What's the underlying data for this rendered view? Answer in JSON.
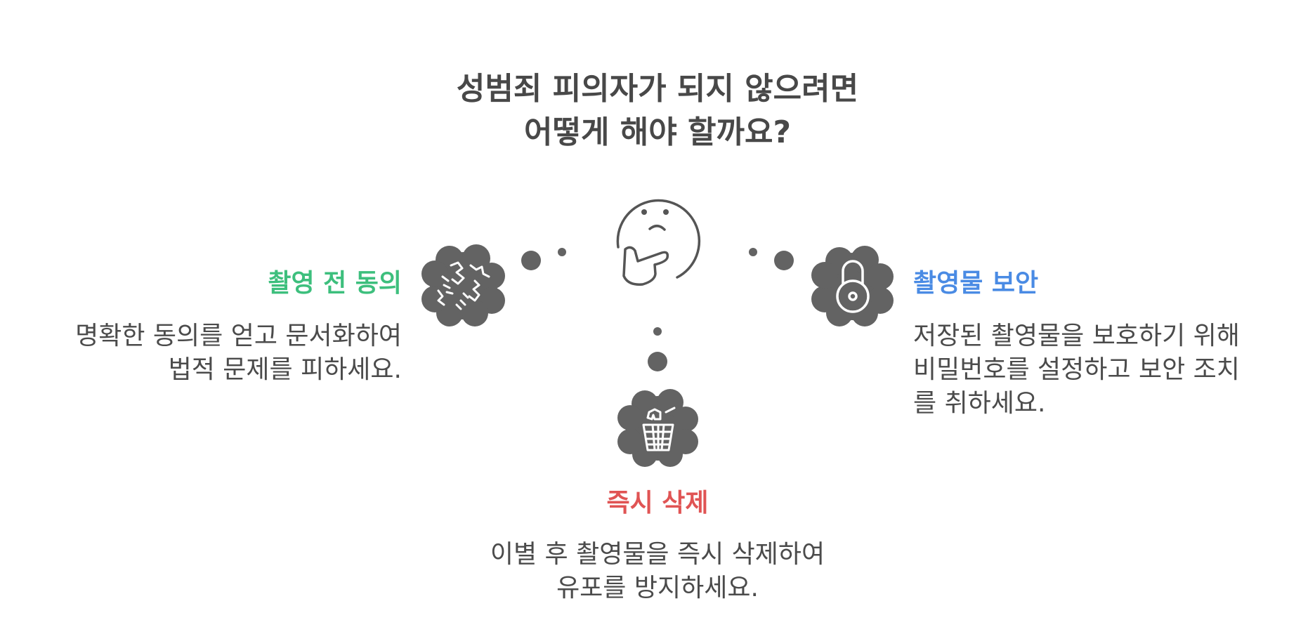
{
  "title": {
    "lines": [
      "성범죄 피의자가 되지 않으려면",
      "어떻게 해야 할까요?"
    ]
  },
  "center_icon": "thinking-face-icon",
  "items": [
    {
      "id": "consent",
      "heading": "촬영 전 동의",
      "color": "#3dbf7d",
      "icon": "handshake-icon",
      "description_lines": [
        "명확한 동의를 얻고 문서화하여",
        "법적 문제를 피하세요."
      ]
    },
    {
      "id": "security",
      "heading": "촬영물 보안",
      "color": "#4a8be4",
      "icon": "padlock-icon",
      "description_lines": [
        "저장된 촬영물을 보호하기 위해",
        "비밀번호를 설정하고 보안 조치",
        "를 취하세요."
      ]
    },
    {
      "id": "delete",
      "heading": "즉시 삭제",
      "color": "#e05454",
      "icon": "trash-bin-icon",
      "description_lines": [
        "이별 후 촬영물을 즉시 삭제하여",
        "유포를 방지하세요."
      ]
    }
  ],
  "colors": {
    "icon_fill": "#636363",
    "text": "#4a4a4a"
  }
}
